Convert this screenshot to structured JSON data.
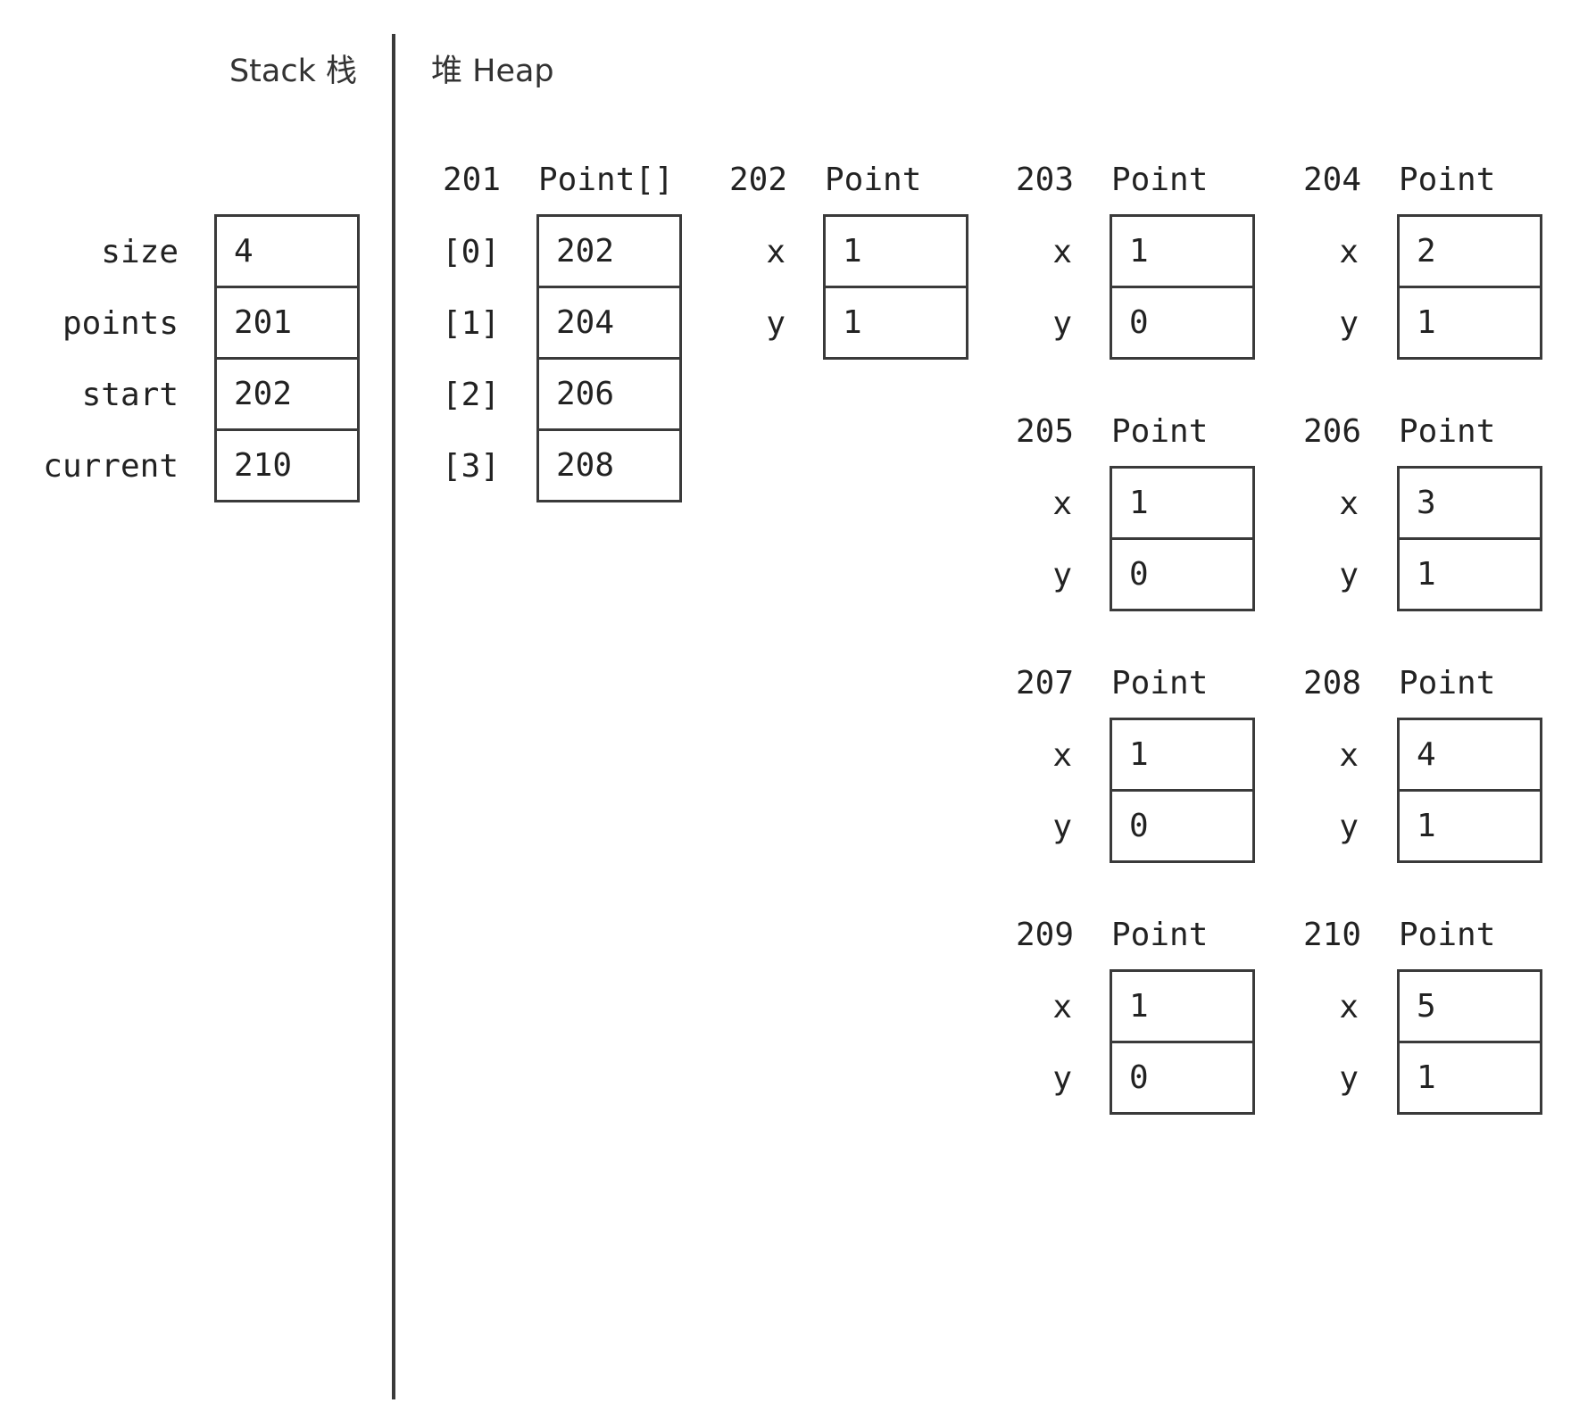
{
  "stack": {
    "title": "Stack 栈",
    "vars": [
      {
        "name": "size",
        "value": "4"
      },
      {
        "name": "points",
        "value": "201"
      },
      {
        "name": "start",
        "value": "202"
      },
      {
        "name": "current",
        "value": "210"
      }
    ]
  },
  "heap": {
    "title": "堆 Heap",
    "array": {
      "address": "201",
      "type": "Point[]",
      "items": [
        {
          "index": "[0]",
          "value": "202"
        },
        {
          "index": "[1]",
          "value": "204"
        },
        {
          "index": "[2]",
          "value": "206"
        },
        {
          "index": "[3]",
          "value": "208"
        }
      ]
    },
    "objects": [
      {
        "address": "202",
        "type": "Point",
        "x_label": "x",
        "x": "1",
        "y_label": "y",
        "y": "1"
      },
      {
        "address": "203",
        "type": "Point",
        "x_label": "x",
        "x": "1",
        "y_label": "y",
        "y": "0"
      },
      {
        "address": "204",
        "type": "Point",
        "x_label": "x",
        "x": "2",
        "y_label": "y",
        "y": "1"
      },
      {
        "address": "205",
        "type": "Point",
        "x_label": "x",
        "x": "1",
        "y_label": "y",
        "y": "0"
      },
      {
        "address": "206",
        "type": "Point",
        "x_label": "x",
        "x": "3",
        "y_label": "y",
        "y": "1"
      },
      {
        "address": "207",
        "type": "Point",
        "x_label": "x",
        "x": "1",
        "y_label": "y",
        "y": "0"
      },
      {
        "address": "208",
        "type": "Point",
        "x_label": "x",
        "x": "4",
        "y_label": "y",
        "y": "1"
      },
      {
        "address": "209",
        "type": "Point",
        "x_label": "x",
        "x": "1",
        "y_label": "y",
        "y": "0"
      },
      {
        "address": "210",
        "type": "Point",
        "x_label": "x",
        "x": "5",
        "y_label": "y",
        "y": "1"
      }
    ]
  }
}
